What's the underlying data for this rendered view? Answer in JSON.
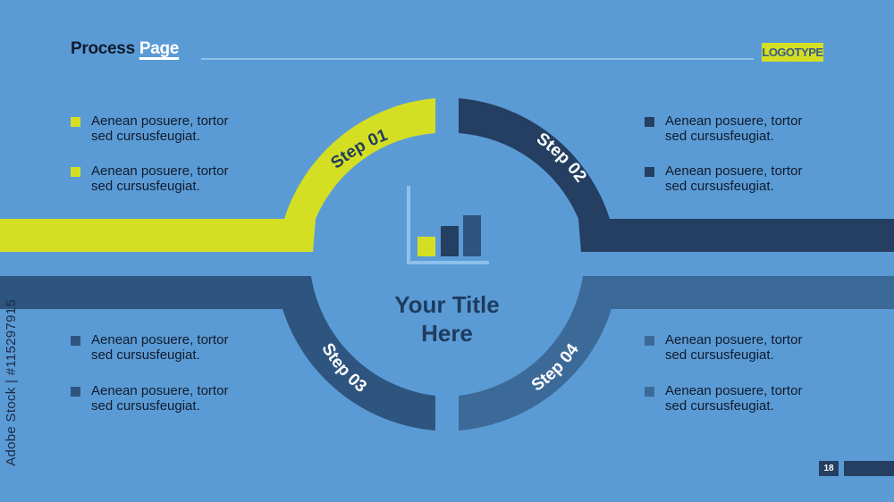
{
  "header": {
    "title_part1": "Process ",
    "title_part2": "Page",
    "logo": "LOGOTYPE"
  },
  "colors": {
    "background": "#5b9bd5",
    "step1": "#d4df24",
    "step2": "#243f61",
    "step3": "#2e5580",
    "step4": "#3c6a98"
  },
  "steps": [
    {
      "label": "Step 01"
    },
    {
      "label": "Step 02"
    },
    {
      "label": "Step 03"
    },
    {
      "label": "Step 04"
    }
  ],
  "center": {
    "title_line1": "Your Title",
    "title_line2": "Here",
    "icon": "bar-chart-icon"
  },
  "bullets": {
    "top_left": [
      {
        "line1": "Aenean posuere, tortor",
        "line2": "sed cursusfeugiat."
      },
      {
        "line1": "Aenean posuere, tortor",
        "line2": "sed cursusfeugiat."
      }
    ],
    "top_right": [
      {
        "line1": "Aenean posuere, tortor",
        "line2": "sed cursusfeugiat."
      },
      {
        "line1": "Aenean posuere, tortor",
        "line2": "sed cursusfeugiat."
      }
    ],
    "bottom_left": [
      {
        "line1": "Aenean posuere, tortor",
        "line2": "sed cursusfeugiat."
      },
      {
        "line1": "Aenean posuere, tortor",
        "line2": "sed cursusfeugiat."
      }
    ],
    "bottom_right": [
      {
        "line1": "Aenean posuere, tortor",
        "line2": "sed cursusfeugiat."
      },
      {
        "line1": "Aenean posuere, tortor",
        "line2": "sed cursusfeugiat."
      }
    ]
  },
  "watermark": {
    "side_text": "Adobe Stock | #115297915"
  },
  "footer": {
    "page_number": "18"
  }
}
